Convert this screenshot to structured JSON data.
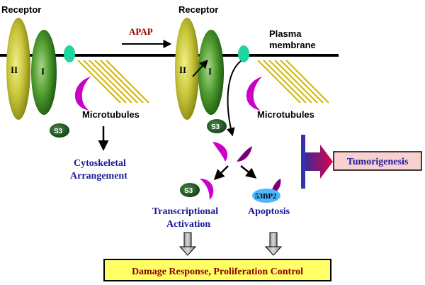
{
  "labels": {
    "receptor_left": "Receptor",
    "receptor_right": "Receptor",
    "apap": "APAP",
    "plasma_line1": "Plasma",
    "plasma_line2": "membrane",
    "subunit_ii_left": "II",
    "subunit_i_left": "I",
    "subunit_ii_right": "II",
    "subunit_i_right": "I",
    "microtubules_left": "Microtubules",
    "microtubules_right": "Microtubules",
    "s3_left": "S3",
    "s3_right": "S3",
    "s3_bottom": "S3",
    "cytoskeletal_line1": "Cytoskeletal",
    "cytoskeletal_line2": "Arrangement",
    "bp2": "53BP2",
    "transcriptional_line1": "Transcriptional",
    "transcriptional_line2": "Activation",
    "apoptosis": "Apoptosis",
    "tumorigenesis": "Tumorigenesis",
    "damage_response": "Damage Response, Proliferation Control"
  },
  "colors": {
    "membrane": "#000000",
    "subunit_ii": "#c7c43a",
    "subunit_i": "#4f9a2e",
    "protein_teal": "#1fd6a0",
    "protein_magenta": "#c800c8",
    "microtubule": "#d4b400",
    "s3_fill": "#1f5a1f",
    "blue_text": "#1a1a99",
    "apap_red": "#8b0000",
    "bp2_blue": "#4db8ff",
    "tumor_box": "#f8d0d0",
    "damage_box": "#ffff66",
    "inhibit_bar": "#3333aa"
  }
}
